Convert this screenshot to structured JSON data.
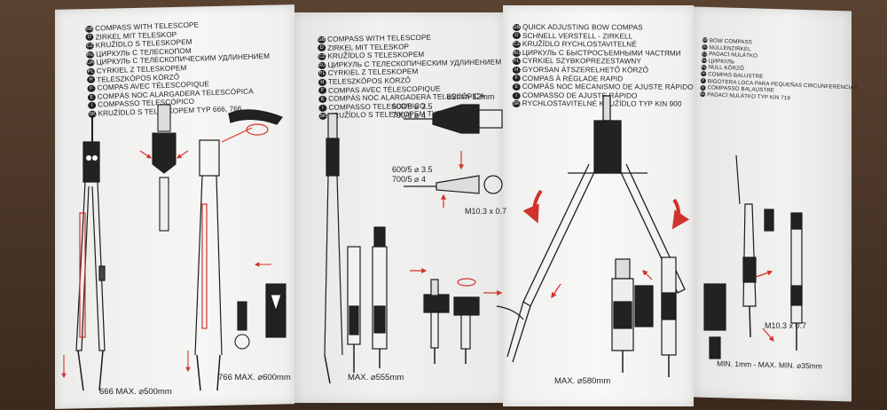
{
  "panel1": {
    "lines": [
      {
        "num": "GB",
        "text": "COMPASS WITH TELESCOPE"
      },
      {
        "num": "D",
        "text": "ZIRKEL MIT TELESKOP"
      },
      {
        "num": "CZ",
        "text": "KRUŽÍDLO S TELESKOPEM"
      },
      {
        "num": "RU",
        "text": "ЦИРКУЛЬ С ТЕЛЕСКОПОМ"
      },
      {
        "num": "UA",
        "text": "ЦИРКУЛЬ С ТЕЛЕСКОПИЧЕСКИМ УДЛИНЕНИЕМ"
      },
      {
        "num": "PL",
        "text": "CYRKIEL Z TELESKOPEM"
      },
      {
        "num": "H",
        "text": "TELESZKÓPOS KÖRZŐ"
      },
      {
        "num": "F",
        "text": "COMPAS AVEC TÉLESCOPIQUE"
      },
      {
        "num": "E",
        "text": "COMPÁS NOC ALARGADERA TELESCÓPICA"
      },
      {
        "num": "I",
        "text": "COMPASSO TELESCÓPICO"
      },
      {
        "num": "SK",
        "text": "KRUŽÍDLO S TELESKOPEM TYP 666, 766"
      }
    ],
    "caption_666": "666 MAX. ⌀500mm",
    "caption_766": "766 MAX. ⌀600mm"
  },
  "panel2": {
    "lines": [
      {
        "num": "GB",
        "text": "COMPASS WITH TELESCOPE"
      },
      {
        "num": "D",
        "text": "ZIRKEL MIT TELESKOP"
      },
      {
        "num": "CZ",
        "text": "KRUŽÍDLO S TELESKOPEM"
      },
      {
        "num": "RU",
        "text": "ЦИРКУЛЬ С ТЕЛЕСКОПИЧЕСКИМ УДЛИНЕНИЕМ"
      },
      {
        "num": "PL",
        "text": "CYRKIEL Z TELESKOPEM"
      },
      {
        "num": "H",
        "text": "TELESZKÓPOS KÖRZŐ"
      },
      {
        "num": "F",
        "text": "COMPAS AVEC TÉLESCOPIQUE"
      },
      {
        "num": "E",
        "text": "COMPÁS NOC ALARGADERA TELESCÓPICA"
      },
      {
        "num": "I",
        "text": "COMPASSO TELESCOPICO"
      },
      {
        "num": "SK",
        "text": "KRUŽÍDLO S TELESKOPEM TYP 965"
      }
    ],
    "spec_a1": "600/6 ⌀ 3.5",
    "spec_a2": "700/6 ⌀ 4",
    "spec_range": "⌀2mm-12mm",
    "spec_b1": "600/5 ⌀ 3.5",
    "spec_b2": "700/5 ⌀ 4",
    "spec_thread": "M10.3 x 0.7",
    "caption": "MAX. ⌀555mm"
  },
  "panel3": {
    "lines": [
      {
        "num": "GB",
        "text": "QUICK ADJUSTING BOW COMPAS"
      },
      {
        "num": "D",
        "text": "SCHNELL VERSTELL - ZIRKELL"
      },
      {
        "num": "CZ",
        "text": "KRUŽÍDLO RYCHLOSTAVITELNÉ"
      },
      {
        "num": "RU",
        "text": "ЦИРКУЛЬ С БЫСТРОСЪЕМНЫМИ ЧАСТЯМИ"
      },
      {
        "num": "PL",
        "text": "CYRKIEL SZYBKOPREZESTAWNY"
      },
      {
        "num": "H",
        "text": "GYORSAN ÁTSZERELHETŐ KÖRZŐ"
      },
      {
        "num": "F",
        "text": "COMPAS À RÉGLADE RAPID"
      },
      {
        "num": "E",
        "text": "COMPÁS NOC MECANISMO DE AJUSTE RÁPIDO"
      },
      {
        "num": "I",
        "text": "COMPASSO DE AJUSTE RÁPIDO"
      },
      {
        "num": "SK",
        "text": "RYCHLOSTAVITELNÉ KRUŽÍDLO TYP KIN 900"
      }
    ],
    "caption": "MAX. ⌀580mm"
  },
  "panel4": {
    "lines": [
      {
        "num": "GB",
        "text": "BOW COMPASS"
      },
      {
        "num": "D",
        "text": "NULLENZIRKEL"
      },
      {
        "num": "CZ",
        "text": "PADACÍ NULÁTKO"
      },
      {
        "num": "RU",
        "text": "ЦИРКУЛЬ"
      },
      {
        "num": "PL",
        "text": "NULL KÖRZŐ"
      },
      {
        "num": "H",
        "text": "COMPAS BALUSTRE"
      },
      {
        "num": "F",
        "text": "BIGOTERA LOCA PARA PEQUEÑAS CIRCUNFERENCIAS"
      },
      {
        "num": "E",
        "text": "COMPASSO BALAUSTRE"
      },
      {
        "num": "SK",
        "text": "PADACÍ NULÁTKO TYP KIN 719"
      }
    ],
    "spec_thread": "M10.3 x 0.7",
    "caption": "MIN. 1mm - MAX. MIN. ⌀35mm"
  },
  "colors": {
    "accent_red": "#d0322c",
    "ink": "#1c1c1c",
    "paper": "#f4f4f2",
    "table": "#3b2a1e"
  }
}
